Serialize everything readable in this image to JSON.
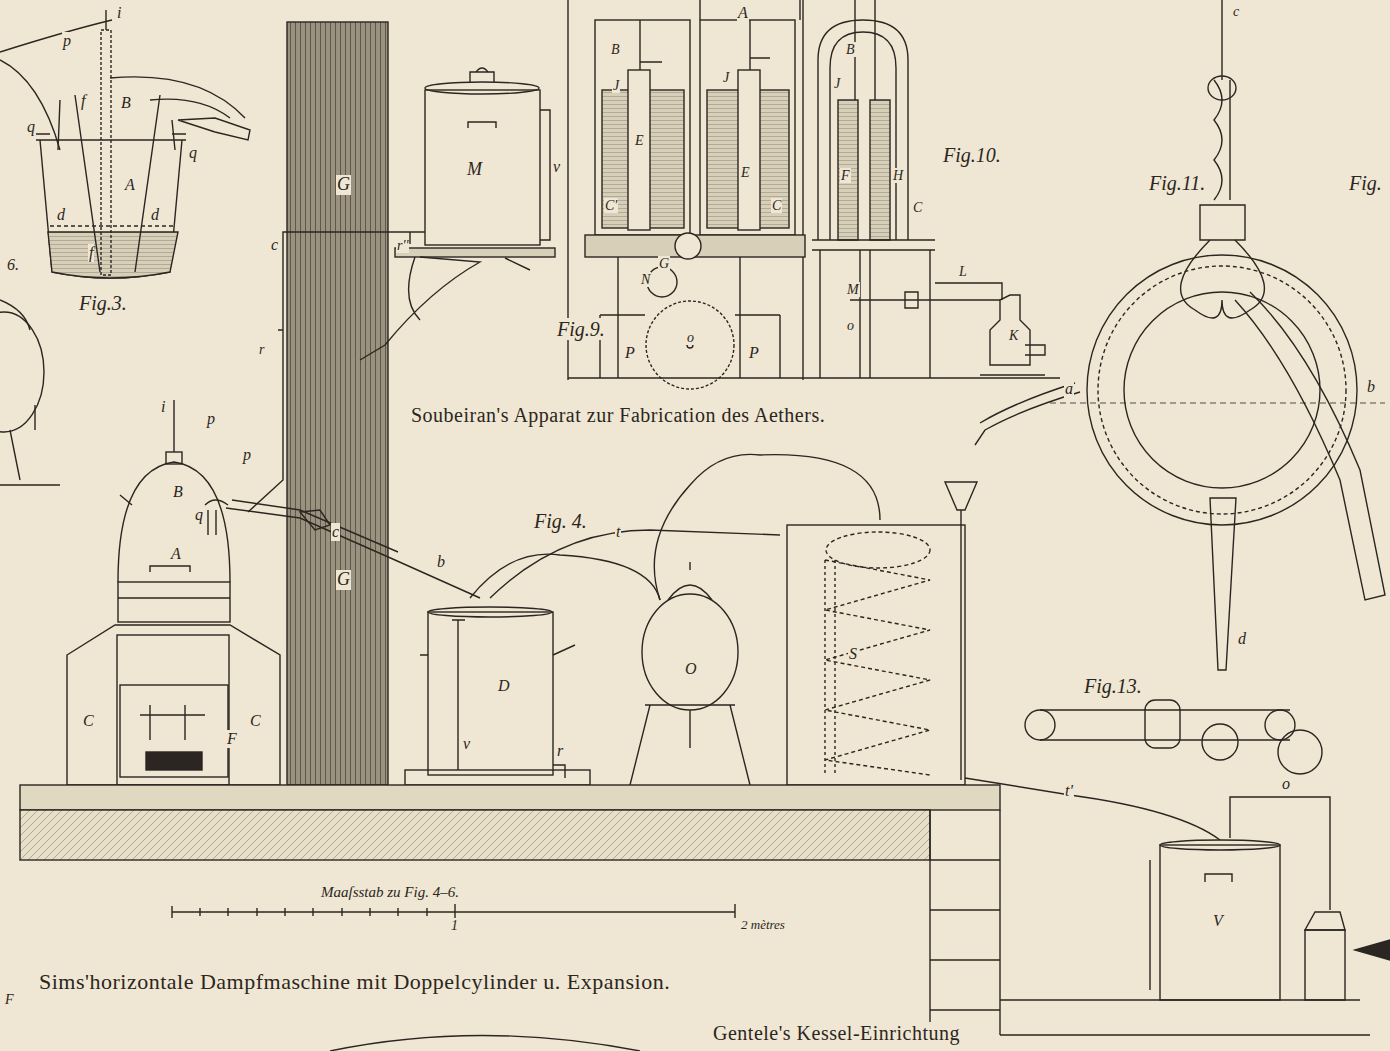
{
  "diagram": {
    "labels": [
      "p",
      "i",
      "q",
      "f",
      "B",
      "q",
      "A",
      "d",
      "d",
      "f",
      "Fig.3.",
      "6.",
      "G",
      "c",
      "r",
      "r''",
      "M",
      "v",
      "G",
      "A",
      "B",
      "J",
      "J",
      "E",
      "E",
      "C'",
      "C",
      "G",
      "N",
      "o",
      "P",
      "P",
      "Fig.9.",
      "B",
      "J",
      "F",
      "H",
      "C",
      "Fig.10.",
      "L",
      "M",
      "o",
      "K",
      "Soubeiran's Apparat zur Fabrication des Aethers.",
      "c",
      "Fig.11.",
      "Fig.",
      "a",
      "b",
      "d",
      "i",
      "p",
      "p",
      "B",
      "q",
      "A",
      "c",
      "b",
      "Fig. 4.",
      "t",
      "C",
      "C",
      "F",
      "D",
      "v",
      "r",
      "O",
      "S",
      "Fig.13.",
      "t'",
      "o",
      "V",
      "Maaſsstab zu Fig. 4–6.",
      "1",
      "2 mètres",
      "Sims'horizontale Dampfmaschine mit Doppelcylinder u. Expansion.",
      "F",
      "Gentele's Kessel-Einrichtung"
    ]
  }
}
